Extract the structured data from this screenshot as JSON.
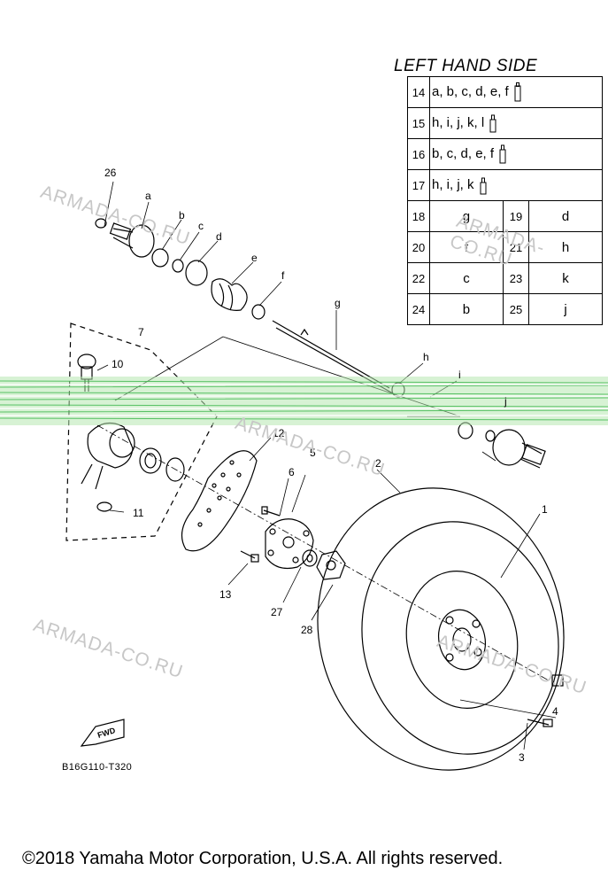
{
  "title": "LEFT HAND SIDE",
  "table": {
    "kit_rows": [
      {
        "num": "14",
        "letters": "a, b, c, d, e, f"
      },
      {
        "num": "15",
        "letters": "h, i, j, k, l"
      },
      {
        "num": "16",
        "letters": "b, c, d, e, f"
      },
      {
        "num": "17",
        "letters": "h, i, j, k"
      }
    ],
    "pair_rows": [
      {
        "n1": "18",
        "v1": "g",
        "n2": "19",
        "v2": "d"
      },
      {
        "n1": "20",
        "v1": "f",
        "n2": "21",
        "v2": "h"
      },
      {
        "n1": "22",
        "v1": "c",
        "n2": "23",
        "v2": "k"
      },
      {
        "n1": "24",
        "v1": "b",
        "n2": "25",
        "v2": "j"
      }
    ]
  },
  "labels": {
    "p26": "26",
    "pa": "a",
    "pb": "b",
    "pc": "c",
    "pd": "d",
    "pe": "e",
    "pf": "f",
    "pg": "g",
    "ph": "h",
    "pi": "i",
    "pj": "j",
    "p7": "7",
    "p10": "10",
    "p11": "11",
    "p12": "12",
    "p5": "5",
    "p6": "6",
    "p2": "2",
    "p1": "1",
    "p13": "13",
    "p27": "27",
    "p28": "28",
    "p4": "4",
    "p3": "3"
  },
  "fwd_label": "FWD",
  "diagram_code": "B16G110-T320",
  "watermark": "ARMADA-CO.RU",
  "footer": "©2018 Yamaha Motor Corporation, U.S.A. All rights reserved."
}
